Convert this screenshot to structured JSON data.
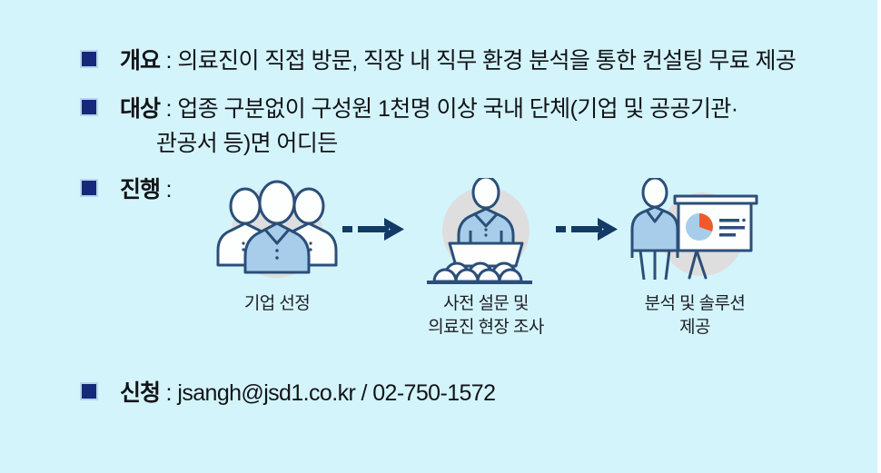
{
  "colors": {
    "background": "#d4f4fb",
    "bullet_square": "#15297a",
    "bullet_border": "#b9d3ea",
    "text": "#111418",
    "icon_outline": "#2a4f78",
    "icon_fill_blue": "#a8cdea",
    "icon_fill_white": "#f7fbfe",
    "icon_backdrop": "#dcdcdc",
    "accent_orange": "#f05a28",
    "arrow": "#123a66"
  },
  "rows": {
    "overview": {
      "label": "개요",
      "separator": " : ",
      "text": "의료진이 직접 방문, 직장 내 직무 환경 분석을 통한 컨설팅 무료 제공"
    },
    "target": {
      "label": "대상",
      "separator": " : ",
      "text_line1": "업종 구분없이 구성원 1천명 이상 국내 단체(기업 및 공공기관·",
      "text_line2": "관공서 등)면 어디든"
    },
    "process": {
      "label": "진행",
      "separator": " : "
    },
    "apply": {
      "label": "신청",
      "separator": " : ",
      "text": "jsangh@jsd1.co.kr / 02-750-1572"
    }
  },
  "diagram": {
    "steps": [
      {
        "icon": "three-people-icon",
        "caption_line1": "기업 선정",
        "caption_line2": ""
      },
      {
        "icon": "podium-audience-icon",
        "caption_line1": "사전 설문 및",
        "caption_line2": "의료진 현장 조사"
      },
      {
        "icon": "presenter-chart-board-icon",
        "caption_line1": "분석 및 솔루션",
        "caption_line2": "제공"
      }
    ],
    "arrows": [
      {
        "icon": "dashed-arrow-right-icon"
      },
      {
        "icon": "dashed-arrow-right-icon"
      }
    ]
  }
}
